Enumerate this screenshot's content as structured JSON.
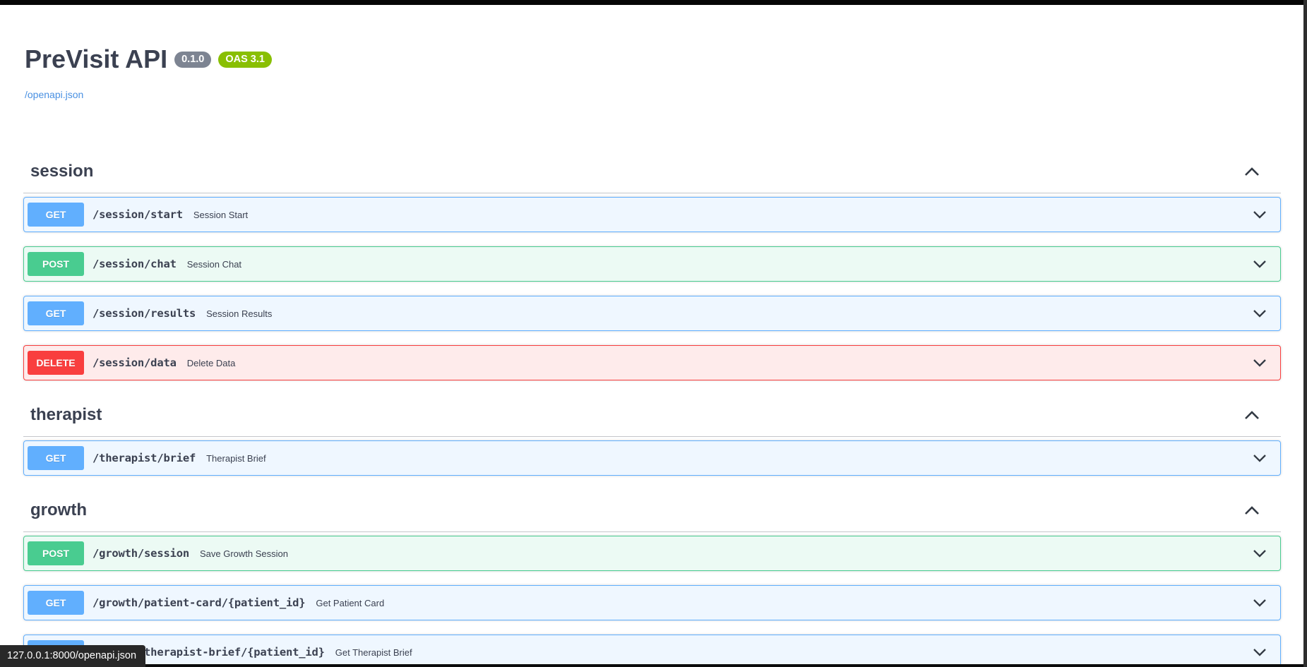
{
  "window": {
    "status_bar": "127.0.0.1:8000/openapi.json"
  },
  "header": {
    "title": "PreVisit API",
    "version_badge": "0.1.0",
    "oas_badge": "OAS 3.1",
    "spec_link": "/openapi.json"
  },
  "colors": {
    "get": "#61affe",
    "post": "#49cc90",
    "delete": "#f93e3e",
    "version_badge_bg": "#7d8492",
    "oas_badge_bg": "#89bf04",
    "link": "#4990e2",
    "heading_text": "#3b4151",
    "status_bubble_bg": "#282828"
  },
  "sections": [
    {
      "name": "session",
      "expanded": true,
      "endpoints": [
        {
          "method": "GET",
          "path": "/session/start",
          "summary": "Session Start"
        },
        {
          "method": "POST",
          "path": "/session/chat",
          "summary": "Session Chat"
        },
        {
          "method": "GET",
          "path": "/session/results",
          "summary": "Session Results"
        },
        {
          "method": "DELETE",
          "path": "/session/data",
          "summary": "Delete Data"
        }
      ]
    },
    {
      "name": "therapist",
      "expanded": true,
      "endpoints": [
        {
          "method": "GET",
          "path": "/therapist/brief",
          "summary": "Therapist Brief"
        }
      ]
    },
    {
      "name": "growth",
      "expanded": true,
      "endpoints": [
        {
          "method": "POST",
          "path": "/growth/session",
          "summary": "Save Growth Session"
        },
        {
          "method": "GET",
          "path": "/growth/patient-card/{patient_id}",
          "summary": "Get Patient Card"
        },
        {
          "method": "GET",
          "path": "/growth/therapist-brief/{patient_id}",
          "summary": "Get Therapist Brief"
        }
      ]
    }
  ]
}
